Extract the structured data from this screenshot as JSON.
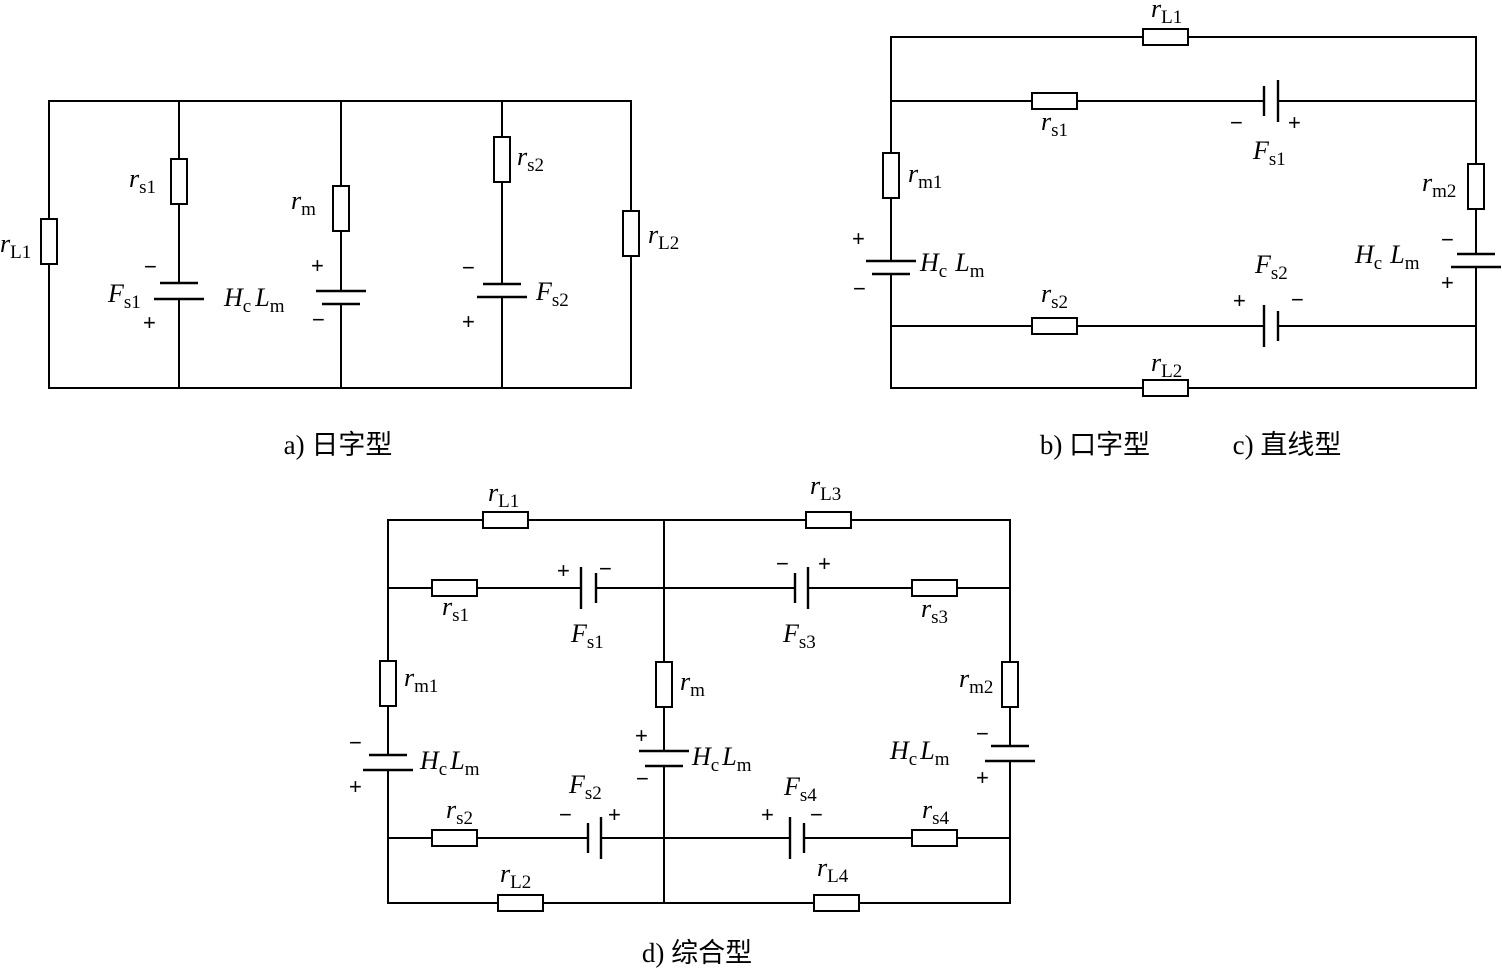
{
  "captions": {
    "a": "a) 日字型",
    "b": "b) 口字型",
    "c": "c) 直线型",
    "d": "d) 综合型"
  },
  "symbols": {
    "r": "r",
    "F": "F",
    "H": "H",
    "L": "L",
    "plus": "+",
    "minus": "−"
  },
  "subscripts": {
    "L1": "L1",
    "L2": "L2",
    "L3": "L3",
    "L4": "L4",
    "s1": "s1",
    "s2": "s2",
    "s3": "s3",
    "s4": "s4",
    "m": "m",
    "m1": "m1",
    "m2": "m2",
    "c": "c"
  }
}
